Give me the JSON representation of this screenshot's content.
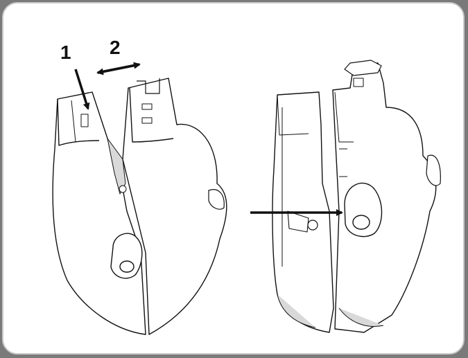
{
  "callouts": {
    "one": "1",
    "two": "2"
  },
  "colors": {
    "background": "#7a7a7a",
    "panel": "#ffffff",
    "panel_border": "#c9c9c9",
    "line": "#111111",
    "part_fill": "#ffffff",
    "shade": "#d9d9d9"
  },
  "icons": {
    "arrow_1": "arrow-down-right",
    "arrow_2": "double-headed-arrow",
    "arrow_3": "arrow-right"
  }
}
